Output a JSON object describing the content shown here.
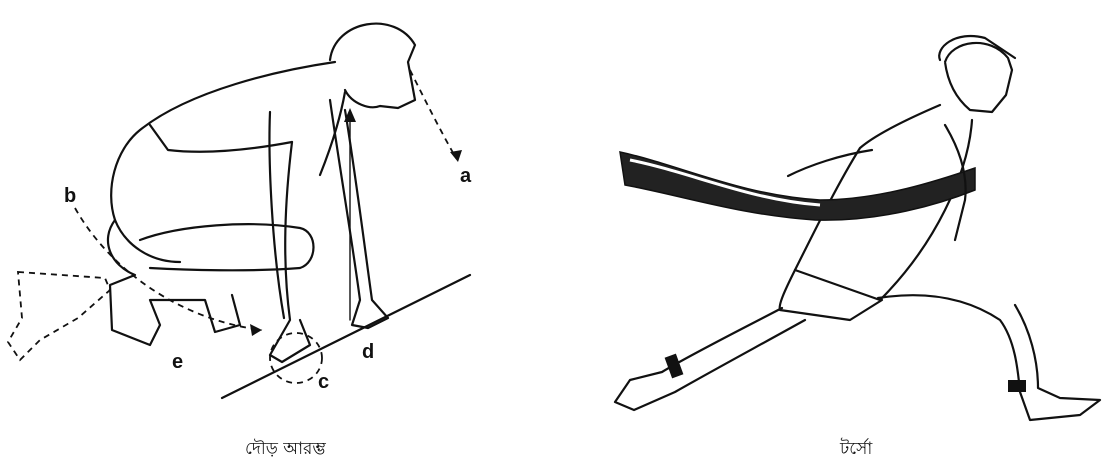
{
  "figures": [
    {
      "caption": "দৌড় আরম্ভ",
      "labels": [
        "a",
        "b",
        "c",
        "d",
        "e"
      ]
    },
    {
      "caption": "টর্সো"
    }
  ]
}
